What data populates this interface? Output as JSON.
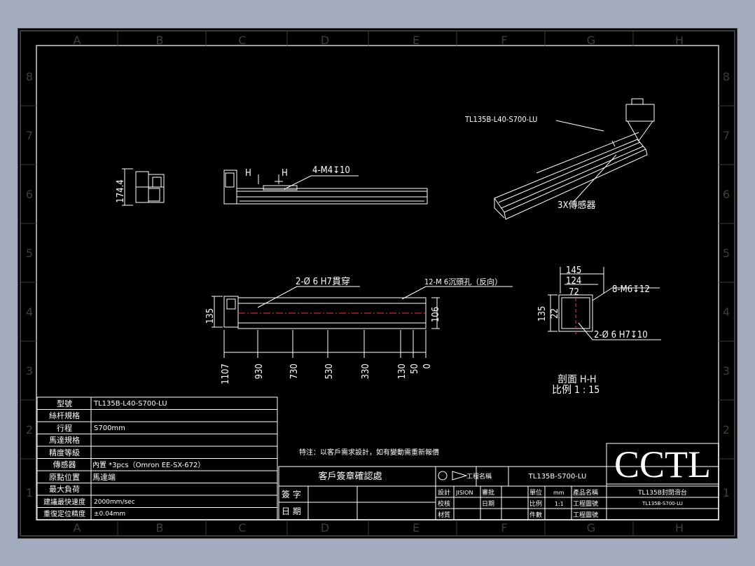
{
  "grid": {
    "columns": [
      "A",
      "B",
      "C",
      "D",
      "E",
      "F",
      "G",
      "H"
    ],
    "rows": [
      "8",
      "7",
      "6",
      "5",
      "4",
      "3",
      "2",
      "1"
    ]
  },
  "views": {
    "iso_callout": "TL135B-L40-S700-LU",
    "sensor_callout": "3X傳感器",
    "side_view": {
      "height_dim": "174.4",
      "h_marker_left": "H",
      "h_marker_right": "H",
      "hole_callout": "4-M4↧10"
    },
    "top_view": {
      "width_left": "135",
      "width_right": "106",
      "pin_callout": "2-Ø 6  H7貫穿",
      "counterbore_callout": "12-M 6沉頭孔（反向）",
      "positions": [
        "1107",
        "930",
        "730",
        "530",
        "330",
        "130",
        "50",
        "0"
      ]
    },
    "section_view": {
      "dim_145": "145",
      "dim_124": "124",
      "dim_72": "72",
      "dim_135": "135",
      "dim_22": "22",
      "thread_callout": "8-M6↧12",
      "pin_callout": "2-Ø 6  H7↧10",
      "section_label": "剖面  H-H",
      "scale_label": "比例  1 : 15"
    }
  },
  "spec_table": [
    {
      "label": "型號",
      "value": "TL135B-L40-S700-LU"
    },
    {
      "label": "絲杆規格",
      "value": ""
    },
    {
      "label": "行程",
      "value": "S700mm"
    },
    {
      "label": "馬達規格",
      "value": ""
    },
    {
      "label": "精度等級",
      "value": ""
    },
    {
      "label": "傳感器",
      "value": "內置 *3pcs（Omron EE-SX-672）"
    },
    {
      "label": "原點位置",
      "value": "馬達端"
    },
    {
      "label": "最大負荷",
      "value": ""
    },
    {
      "label": "建議最快速度",
      "value": "2000mm/sec"
    },
    {
      "label": "重復定位精度",
      "value": "±0.04mm"
    }
  ],
  "note": "特注：以客戶需求設計，如有變動需重新報價",
  "confirm_box": {
    "title": "客戶簽章確認處",
    "sign_label": "簽 字",
    "date_label": "日 期"
  },
  "title_block": {
    "logo": "CCTL",
    "projection_label": "工程名稱",
    "project_name": "TL135B-S700-LU",
    "design_label": "設計",
    "designer": "JISION",
    "approve_label": "審批",
    "check_label": "校核",
    "date_label": "日期",
    "material_label": "材質",
    "unit_label": "單位",
    "unit_value": "mm",
    "scale_label": "比例",
    "scale_value": "1:1",
    "qty_label": "件數",
    "product_label": "產品名稱",
    "product_name": "TL135B封閉滑台",
    "drawing_no_label": "工程圖號",
    "drawing_no": "TL135B-S700-LU",
    "drawing_label2": "工程圖號"
  },
  "colors": {
    "background": "#a3acbe",
    "sheet": "#000000",
    "line": "#ffffff",
    "centerline": "#ff3030",
    "grid_text": "#3e3e3e"
  }
}
